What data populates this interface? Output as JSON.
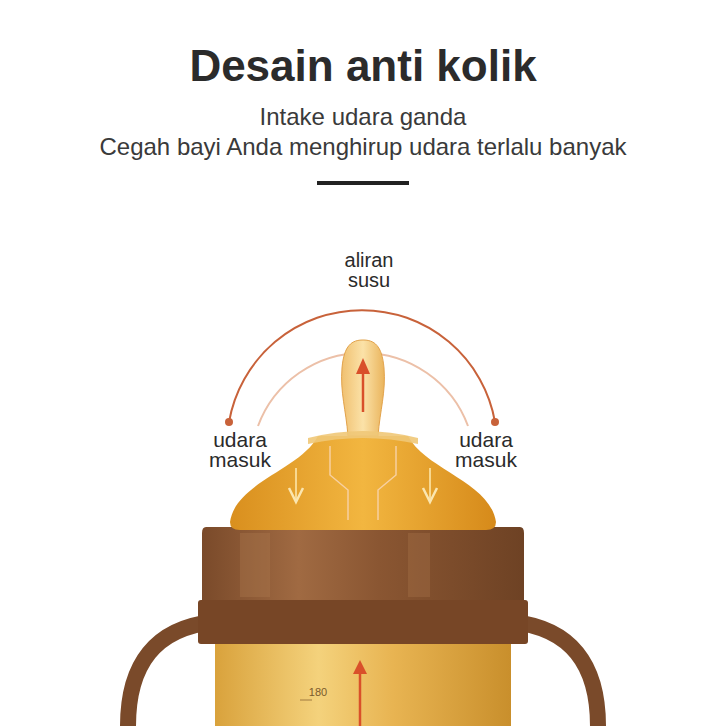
{
  "diagram": {
    "title": "Desain anti kolik",
    "labels": [
      "Intake udara ganda",
      "Cegah bayi Anda menghirup udara terlalu banyak",
      "aliran susu",
      "udara masuk",
      "udara masuk",
      "180"
    ]
  }
}
